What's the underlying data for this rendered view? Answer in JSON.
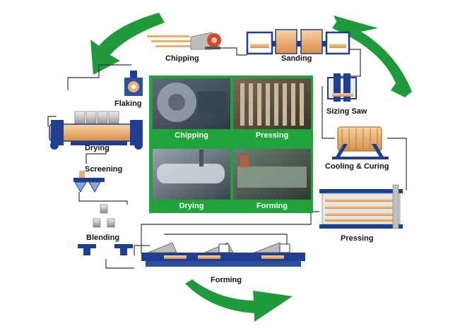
{
  "stages": {
    "chipping": "Chipping",
    "sanding": "Sanding",
    "flaking": "Flaking",
    "sizing_saw": "Sizing Saw",
    "drying": "Drying",
    "screening": "Screening",
    "cooling_curing": "Cooling & Curing",
    "blending": "Blending",
    "pressing": "Pressing",
    "forming": "Forming"
  },
  "photo_panel": {
    "chipping": "Chipping",
    "pressing": "Pressing",
    "drying": "Drying",
    "forming": "Forming"
  },
  "colors": {
    "cycle_arrow": "#1f9a3a",
    "panel_frame": "#1fa33a",
    "machine_blue": "#1e3f8f",
    "wood": "#e9b074"
  }
}
